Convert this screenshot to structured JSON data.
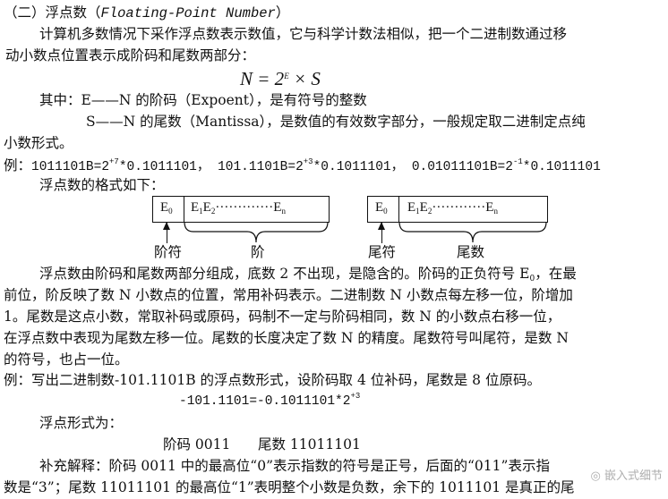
{
  "section": {
    "title_cn": "（二）浮点数（",
    "title_en": "Floating-Point Number",
    "title_close": "）"
  },
  "intro": {
    "line1": "计算机多数情况下采作浮点数表示数值，它与科学计数法相似，把一个二进制数通过移",
    "line2": "动小数点位置表示成阶码和尾数两部分："
  },
  "formula": {
    "lhs": "N = 2",
    "exp": "E",
    "rhs": " × S"
  },
  "definitions": {
    "e_line": "其中：E——N 的阶码（Expoent），是有符号的整数",
    "s_line": "S——N 的尾数（Mantissa），是数值的有效数字部分，一般规定取二进制定点纯",
    "s_cont": "小数形式。"
  },
  "example1": {
    "label": "例：",
    "a_base": "1011101B=2",
    "a_exp": "+7",
    "a_tail": "*0.1011101，",
    "b_base": "101.1101B=2",
    "b_exp": "+3",
    "b_tail": "*0.1011101，",
    "c_base": "0.01011101B=2",
    "c_exp": "-1",
    "c_tail": "*0.1011101"
  },
  "format": {
    "heading": "浮点数的格式如下：",
    "box1": {
      "e0": "E",
      "e0_sub": "0",
      "e1": "E",
      "e1_sub": "1",
      "e2": "E",
      "e2_sub": "2",
      "dots": "·············",
      "en": "E",
      "en_sub": "n"
    },
    "box2": {
      "e0": "E",
      "e0_sub": "0",
      "e1": "E",
      "e1_sub": "1",
      "e2": "E",
      "e2_sub": "2",
      "dots": "············",
      "en": "E",
      "en_sub": "n"
    },
    "label_jiefu": "阶符",
    "label_jie": "阶",
    "label_weifu": "尾符",
    "label_weishu": "尾数"
  },
  "paragraph": {
    "l1_a": "浮点数由阶码和尾数两部分组成，底数 2 不出现，是隐含的。阶码的正负符号 E",
    "l1_sub": "0",
    "l1_b": "，在最",
    "l2": "前位，阶反映了数 N 小数点的位置，常用补码表示。二进制数 N 小数点每左移一位，阶增加",
    "l3": "1。尾数是这点小数，常取补码或原码，码制不一定与阶码相同，数 N 的小数点右移一位，",
    "l4": "在浮点数中表现为尾数左移一位。尾数的长度决定了数 N 的精度。尾数符号叫尾符，是数 N",
    "l5": "的符号，也占一位。"
  },
  "example2": {
    "line1": "例：写出二进制数-101.1101B 的浮点数形式，设阶码取 4 位补码，尾数是 8 位原码。",
    "eq_base": "-101.1101=-0.1011101*2",
    "eq_exp": "+3",
    "form_label": "浮点形式为：",
    "jie_label": "阶码 0011",
    "wei_label": "尾数 11011101"
  },
  "supplement": {
    "l1": "补充解释：阶码 0011 中的最高位“0”表示指数的符号是正号，后面的“011”表示指",
    "l2": "数是“3”；尾数 11011101 的最高位“1”表明整个小数是负数，余下的 1011101 是真正的尾"
  },
  "watermark": "嵌入式细节"
}
